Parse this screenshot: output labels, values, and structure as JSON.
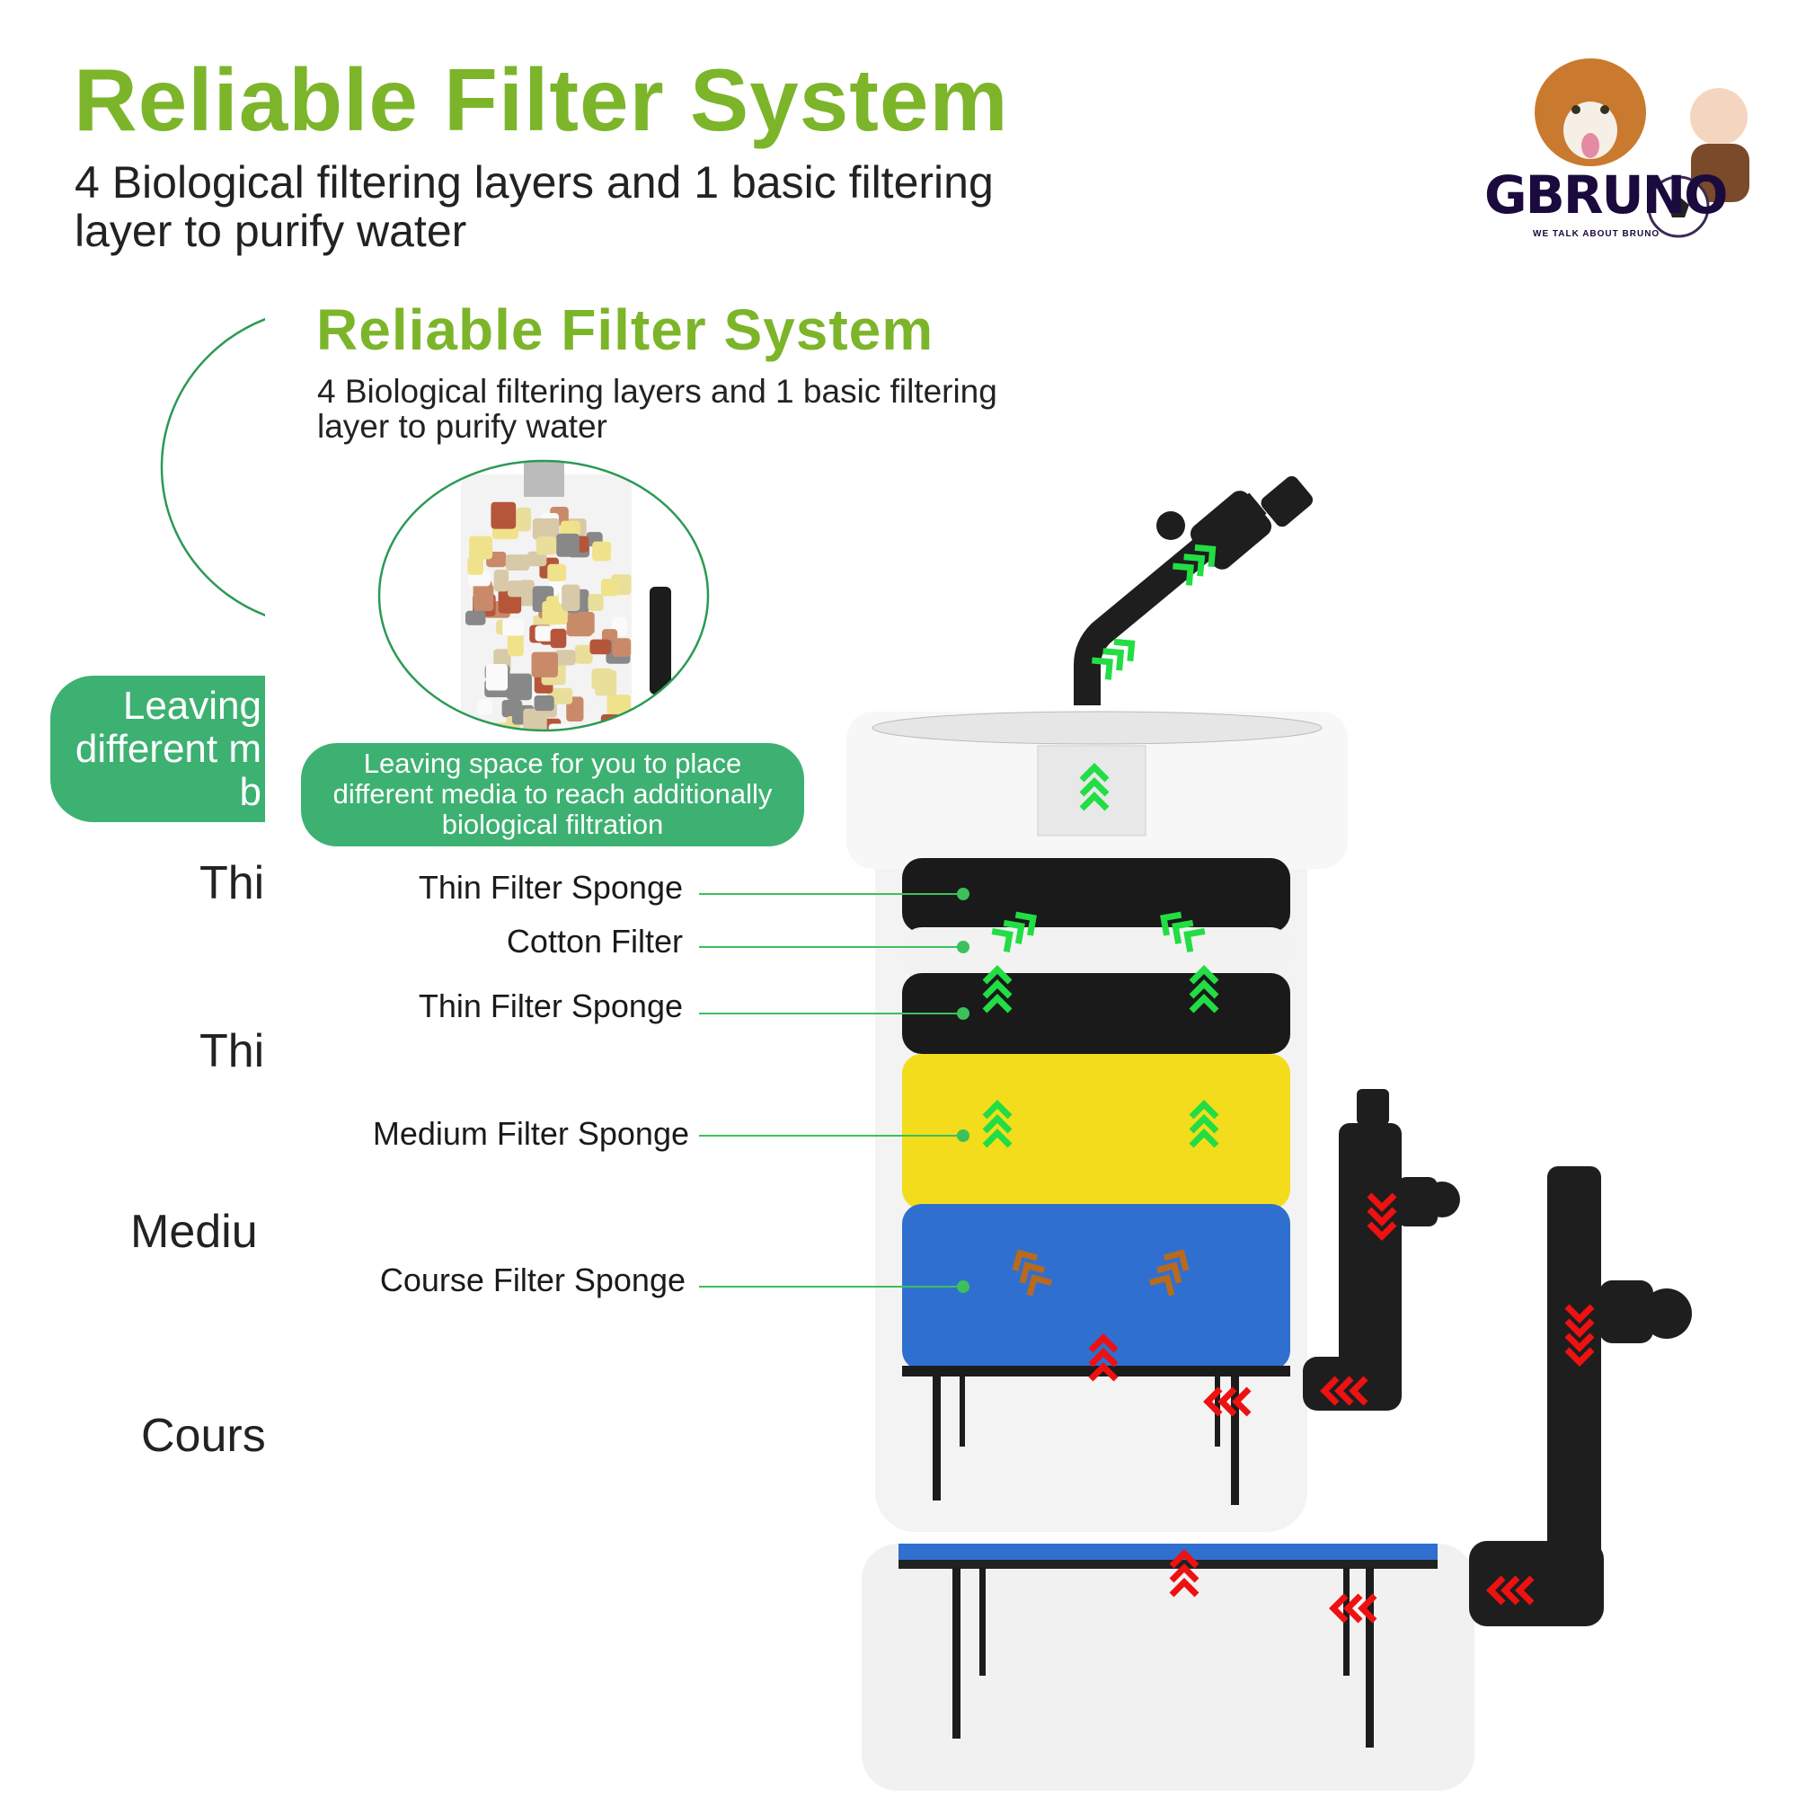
{
  "header": {
    "title": "Reliable Filter System",
    "subtitle_line1": "4 Biological filtering layers and 1 basic filtering",
    "subtitle_line2": "layer to purify water"
  },
  "logo": {
    "brand": "GBRUNO",
    "tagline": "WE TALK ABOUT BRUNO",
    "colors": {
      "text": "#1b0a3d"
    }
  },
  "left_clipped": {
    "pill_line1": "Leaving",
    "pill_line2": "different m",
    "pill_line3": "b",
    "labels": [
      "Thi",
      "Thi",
      "Mediu",
      "Cours"
    ]
  },
  "inset": {
    "title": "Reliable Filter System",
    "subtitle_line1": "4 Biological filtering layers and 1 basic filtering",
    "subtitle_line2": "layer to purify water",
    "callout_line1": "Leaving space for you to place",
    "callout_line2": "different media to reach additionally",
    "callout_line3": "biological filtration"
  },
  "layers": [
    {
      "label": "Thin Filter Sponge",
      "color": "#1a1a1a"
    },
    {
      "label": "Cotton Filter",
      "color": "#f2f2f2"
    },
    {
      "label": "Thin Filter Sponge",
      "color": "#1a1a1a"
    },
    {
      "label": "Medium Filter Sponge",
      "color": "#f3dc1c"
    },
    {
      "label": "Course Filter Sponge",
      "color": "#2f6fd0"
    }
  ],
  "colors": {
    "title_green": "#7cb52a",
    "pill_green": "#3db172",
    "flow_out_arrow": "#22dd44",
    "flow_in_arrow": "#ee1111",
    "leader_line": "#3cc05a"
  }
}
